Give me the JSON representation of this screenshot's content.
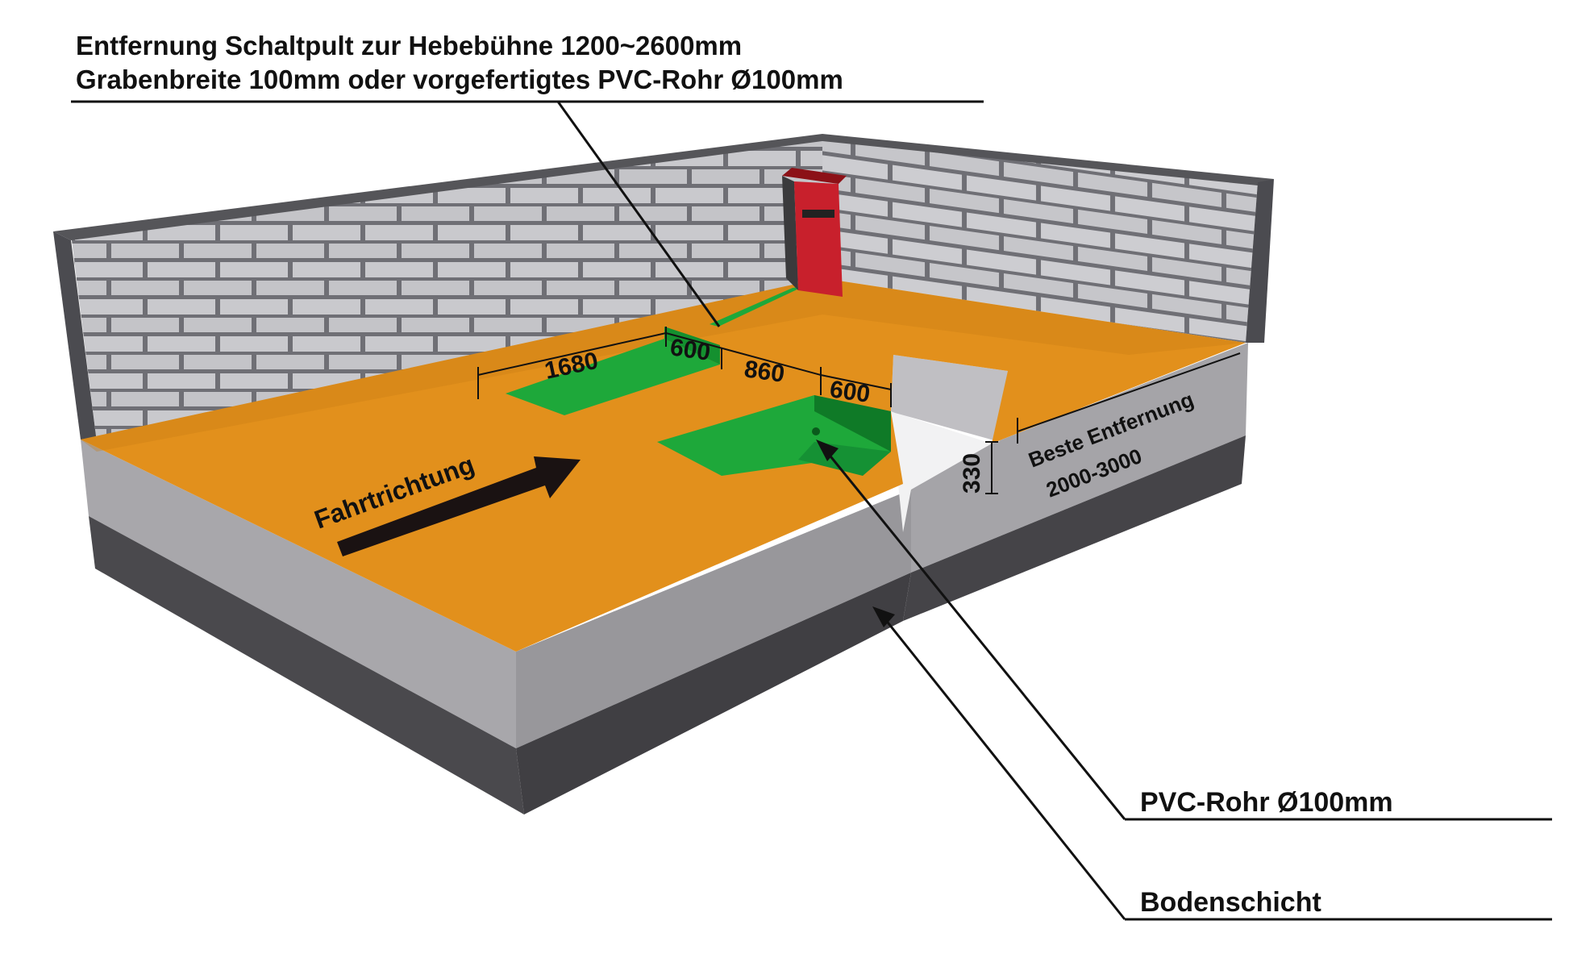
{
  "callouts": {
    "distance_line": "Entfernung Schaltpult zur Hebebühne 1200~2600mm",
    "trench_line": "Grabenbreite 100mm oder vorgefertigtes PVC-Rohr Ø100mm",
    "pvc_pipe": "PVC-Rohr Ø100mm",
    "floor_layer": "Bodenschicht"
  },
  "dimensions": {
    "left_pit_length": "1680",
    "left_pit_width": "600",
    "pit_gap": "860",
    "right_pit_width": "600",
    "step_height": "330",
    "best_distance_label": "Beste Entfernung",
    "best_distance_value": "2000-3000"
  },
  "direction_label": "Fahrtrichtung",
  "colors": {
    "floor": "#e2901c",
    "pit": "#1ea83a",
    "pit_dark": "#0f7a27",
    "slab": "#a3a2a6",
    "base": "#454447",
    "wall": "#8a8a8f",
    "cabinet": "#c8202c"
  }
}
